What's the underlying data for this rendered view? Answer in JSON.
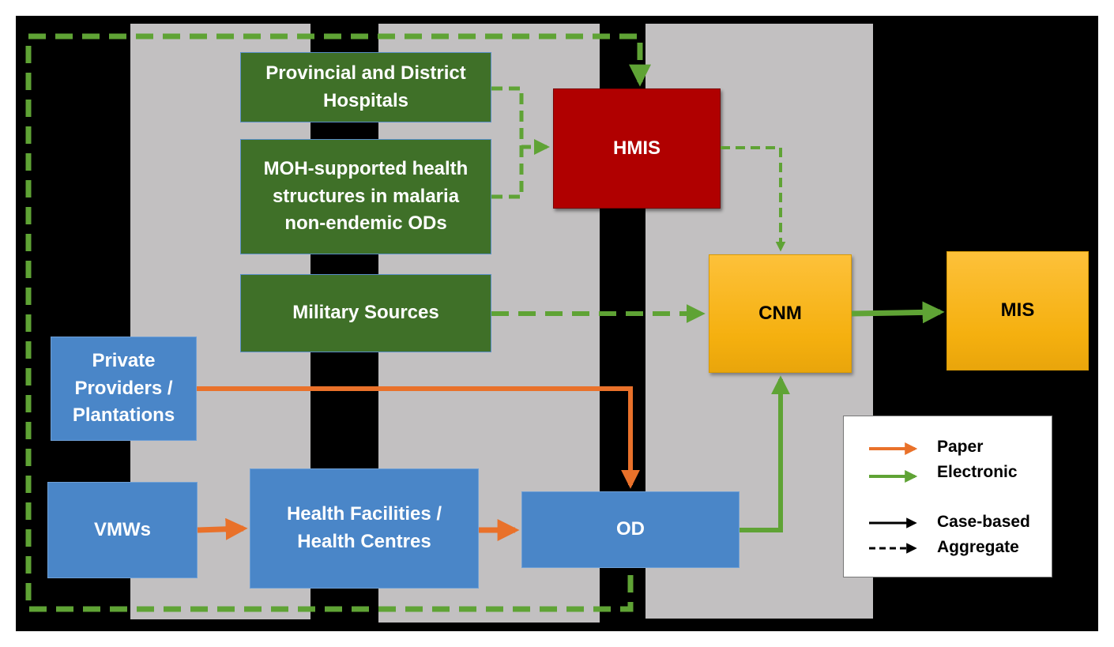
{
  "nodes": {
    "provincial": "Provincial and District\nHospitals",
    "moh": "MOH-supported health\nstructures in malaria\nnon-endemic ODs",
    "military": "Military Sources",
    "private": "Private\nProviders /\nPlantations",
    "vmws": "VMWs",
    "health_facilities": "Health Facilities /\nHealth Centres",
    "od": "OD",
    "hmis": "HMIS",
    "cnm": "CNM",
    "mis": "MIS"
  },
  "legend": {
    "paper": "Paper",
    "electronic": "Electronic",
    "case_based": "Case-based",
    "aggregate": "Aggregate"
  },
  "colors": {
    "paper_arrow": "#e9712a",
    "electronic_arrow": "#5fa335",
    "green_box": "#3f7028",
    "blue_box": "#4a86c8",
    "red_box": "#b00000",
    "orange_box": "#f5b00f",
    "column": "#c2c0c1",
    "background": "#000000"
  }
}
